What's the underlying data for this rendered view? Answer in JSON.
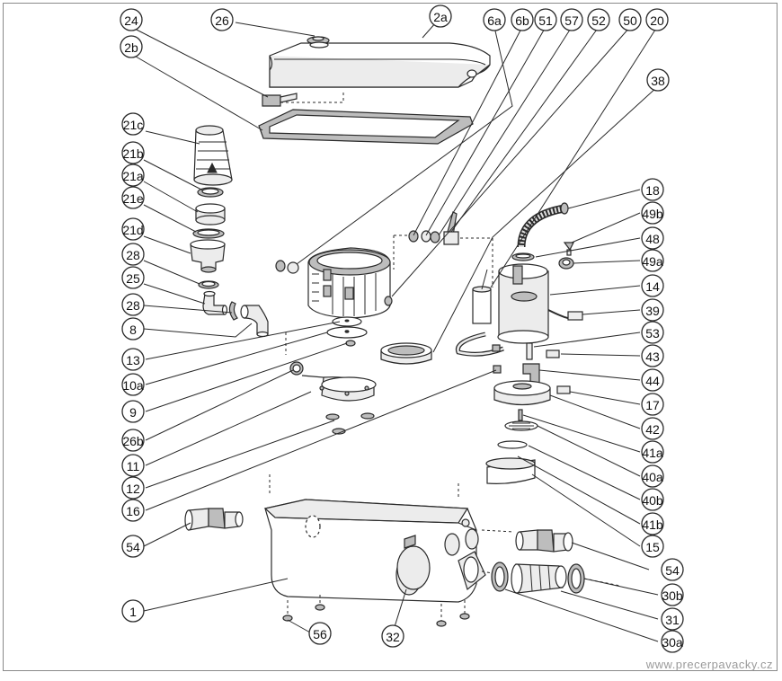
{
  "watermark": "www.precerpavacky.cz",
  "callouts": {
    "c26": "26",
    "c24": "24",
    "c2b": "2b",
    "c2a": "2a",
    "c6a": "6a",
    "c6b": "6b",
    "c51": "51",
    "c57": "57",
    "c52": "52",
    "c50": "50",
    "c20": "20",
    "c38": "38",
    "c21c": "21c",
    "c21b": "21b",
    "c21a": "21a",
    "c21e": "21e",
    "c21d": "21d",
    "c28a": "28",
    "c25": "25",
    "c28b": "28",
    "c8": "8",
    "c13": "13",
    "c10a": "10a",
    "c9": "9",
    "c26b": "26b",
    "c11": "11",
    "c12": "12",
    "c16": "16",
    "c18": "18",
    "c49b": "49b",
    "c48": "48",
    "c49a": "49a",
    "c14": "14",
    "c39": "39",
    "c53": "53",
    "c43": "43",
    "c44": "44",
    "c17": "17",
    "c42": "42",
    "c41a": "41a",
    "c40a": "40a",
    "c40b": "40b",
    "c41b": "41b",
    "c15": "15",
    "c54a": "54",
    "c54b": "54",
    "c30b": "30b",
    "c31": "31",
    "c30a": "30a",
    "c1": "1",
    "c56": "56",
    "c32": "32"
  }
}
